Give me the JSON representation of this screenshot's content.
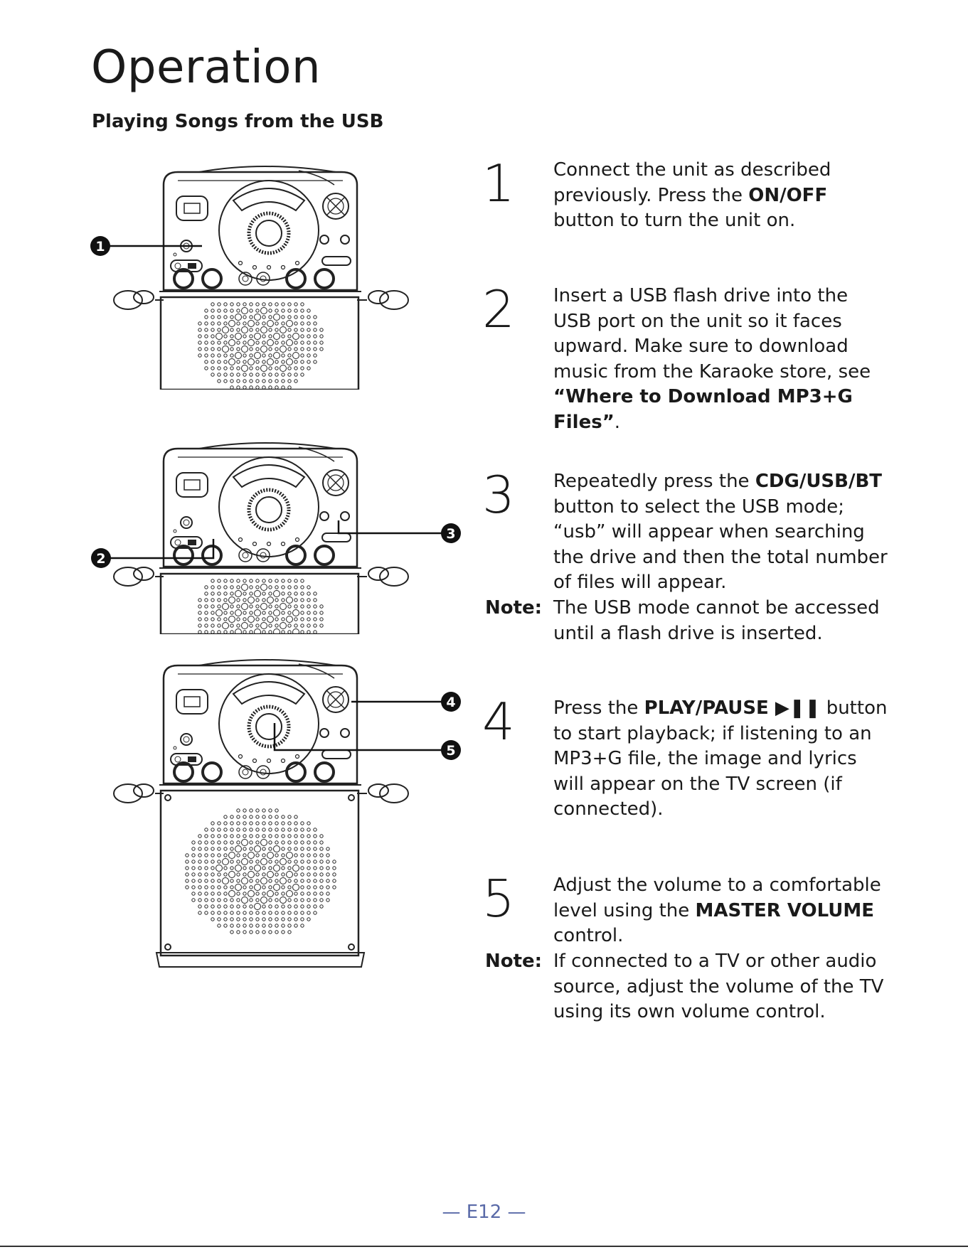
{
  "page": {
    "title": "Operation",
    "section": "Playing Songs from the USB",
    "page_number": "— E12 —"
  },
  "callouts": [
    "1",
    "2",
    "3",
    "4",
    "5"
  ],
  "steps": [
    {
      "number": "1",
      "parts": [
        "Connect the unit as described previously. Press the ",
        "ON/OFF",
        " button to turn the unit on."
      ]
    },
    {
      "number": "2",
      "parts": [
        "Insert a USB flash drive into the USB port on the unit so it faces upward. Make sure to download music from the Karaoke store, see ",
        "“Where to Download MP3+G Files”",
        "."
      ]
    },
    {
      "number": "3",
      "parts": [
        "Repeatedly press the ",
        "CDG/USB/BT",
        " button to select the USB mode; “usb” will appear when searching the drive and then the total number of files will appear."
      ],
      "note_label": "Note:",
      "note": "The USB mode cannot be accessed until a flash drive is inserted."
    },
    {
      "number": "4",
      "parts": [
        "Press the ",
        "PLAY/PAUSE  ▶❚❚",
        "  button to start playback; if listening to an MP3+G file, the image and lyrics will appear on the TV screen (if connected)."
      ]
    },
    {
      "number": "5",
      "parts": [
        "Adjust the volume to a comfortable level using the ",
        "MASTER VOLUME",
        " control."
      ],
      "note_label": "Note:",
      "note": "If connected to a TV or other audio source, adjust the volume of the TV using its own volume control."
    }
  ]
}
